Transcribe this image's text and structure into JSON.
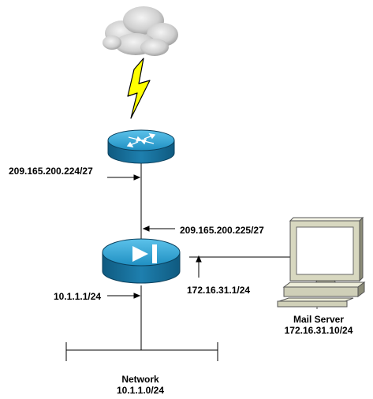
{
  "labels": {
    "outside_subnet": "209.165.200.224/27",
    "outside_interface": "209.165.200.225/27",
    "dmz_interface": "172.16.31.1/24",
    "inside_interface": "10.1.1.1/24",
    "mail_server_name": "Mail Server",
    "mail_server_ip": "172.16.31.10/24",
    "network_name": "Network",
    "network_subnet": "10.1.1.0/24"
  },
  "colors": {
    "device_top": "#2a9fd0",
    "device_side": "#1a6f99",
    "lightning": "#ffff00",
    "cloud": "#d9d9d9",
    "monitor_body": "#d8d8c0",
    "line": "#000000"
  },
  "icons": {
    "cloud": "internet-cloud-icon",
    "lightning": "wan-link-icon",
    "router": "router-icon",
    "firewall": "pix-firewall-icon",
    "server": "mail-server-workstation-icon"
  }
}
